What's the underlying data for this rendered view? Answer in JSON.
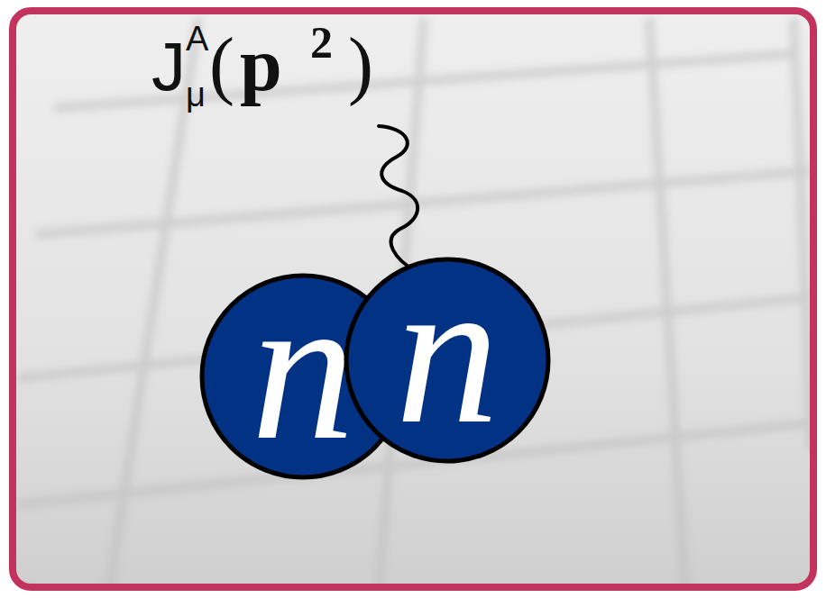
{
  "diagram": {
    "nodes": [
      {
        "text": [
          "n"
        ]
      },
      {
        "text": [
          "n"
        ]
      }
    ],
    "labels": [
      "J",
      "A",
      "μ",
      "(",
      "p",
      "2",
      ")"
    ]
  }
}
